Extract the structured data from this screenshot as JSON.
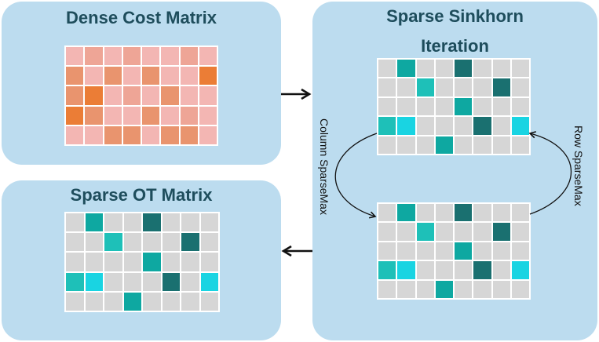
{
  "panels": {
    "dense": {
      "title": "Dense Cost Matrix"
    },
    "sparse_ot": {
      "title": "Sparse OT Matrix"
    },
    "sinkhorn": {
      "title_line1": "Sparse Sinkhorn",
      "title_line2": "Iteration"
    }
  },
  "labels": {
    "column": "Column SparseMax",
    "row": "Row SparseMax"
  },
  "colors": {
    "panel_bg": "#bcdcef",
    "title_text": "#1e4d5c",
    "empty": "#d6d6d6",
    "light_pink": "#f3b6b3",
    "pink": "#eea596",
    "salmon": "#e9946e",
    "orange": "#eb7d36",
    "dark_teal": "#1a7070",
    "teal": "#0ea8a1",
    "med_teal": "#1ec0b8",
    "cyan": "#19d4e2"
  },
  "dense_matrix": [
    [
      "light_pink",
      "pink",
      "light_pink",
      "pink",
      "light_pink",
      "light_pink",
      "pink",
      "light_pink"
    ],
    [
      "salmon",
      "light_pink",
      "salmon",
      "light_pink",
      "salmon",
      "light_pink",
      "light_pink",
      "orange"
    ],
    [
      "salmon",
      "orange",
      "light_pink",
      "pink",
      "light_pink",
      "salmon",
      "light_pink",
      "light_pink"
    ],
    [
      "orange",
      "salmon",
      "light_pink",
      "light_pink",
      "salmon",
      "light_pink",
      "pink",
      "light_pink"
    ],
    [
      "light_pink",
      "light_pink",
      "salmon",
      "salmon",
      "light_pink",
      "salmon",
      "salmon",
      "light_pink"
    ]
  ],
  "sparse_matrix": [
    [
      "empty",
      "teal",
      "empty",
      "empty",
      "dark_teal",
      "empty",
      "empty",
      "empty"
    ],
    [
      "empty",
      "empty",
      "med_teal",
      "empty",
      "empty",
      "empty",
      "dark_teal",
      "empty"
    ],
    [
      "empty",
      "empty",
      "empty",
      "empty",
      "teal",
      "empty",
      "empty",
      "empty"
    ],
    [
      "med_teal",
      "cyan",
      "empty",
      "empty",
      "empty",
      "dark_teal",
      "empty",
      "cyan"
    ],
    [
      "empty",
      "empty",
      "empty",
      "teal",
      "empty",
      "empty",
      "empty",
      "empty"
    ]
  ]
}
